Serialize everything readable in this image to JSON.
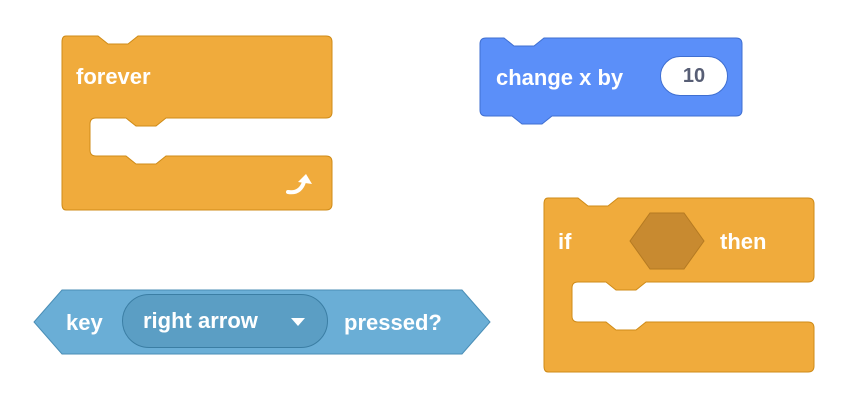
{
  "blocks": {
    "forever": {
      "label": "forever",
      "icon": "loop-arrow-icon",
      "color": "#f0ab3c"
    },
    "change_x": {
      "label": "change x by",
      "value": "10",
      "color": "#5b8ff9"
    },
    "if_then": {
      "if_label": "if",
      "then_label": "then",
      "color": "#f0ab3c",
      "condition_slot_color": "#c88a30"
    },
    "key_pressed": {
      "key_label": "key",
      "dropdown_value": "right arrow",
      "pressed_label": "pressed?",
      "color": "#6aaed6"
    }
  }
}
